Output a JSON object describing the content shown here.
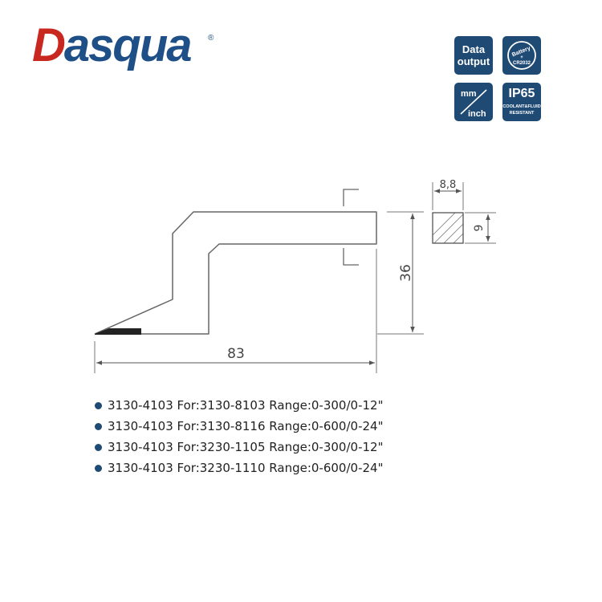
{
  "brand": {
    "first_letter": "D",
    "rest": "asqua",
    "registered": "®",
    "colors": {
      "red": "#c8281f",
      "blue": "#1e4f86"
    }
  },
  "badges": {
    "data_output": [
      "Data",
      "output"
    ],
    "battery": {
      "label": "Battery",
      "plus": "+",
      "model": "CR2032"
    },
    "units": {
      "top": "mm",
      "bottom": "inch"
    },
    "ip": {
      "rating": "IP65",
      "line1": "COOLANT&FLUID",
      "line2": "RESISTANT"
    },
    "badge_color": "#1f4a74"
  },
  "drawing": {
    "section_width": "8,8",
    "section_height": "9",
    "height": "36",
    "length": "83"
  },
  "specs": [
    "3130-4103 For:3130-8103 Range:0-300/0-12\"",
    "3130-4103 For:3130-8116 Range:0-600/0-24\"",
    "3130-4103 For:3230-1105 Range:0-300/0-12\"",
    "3130-4103 For:3230-1110 Range:0-600/0-24\""
  ]
}
